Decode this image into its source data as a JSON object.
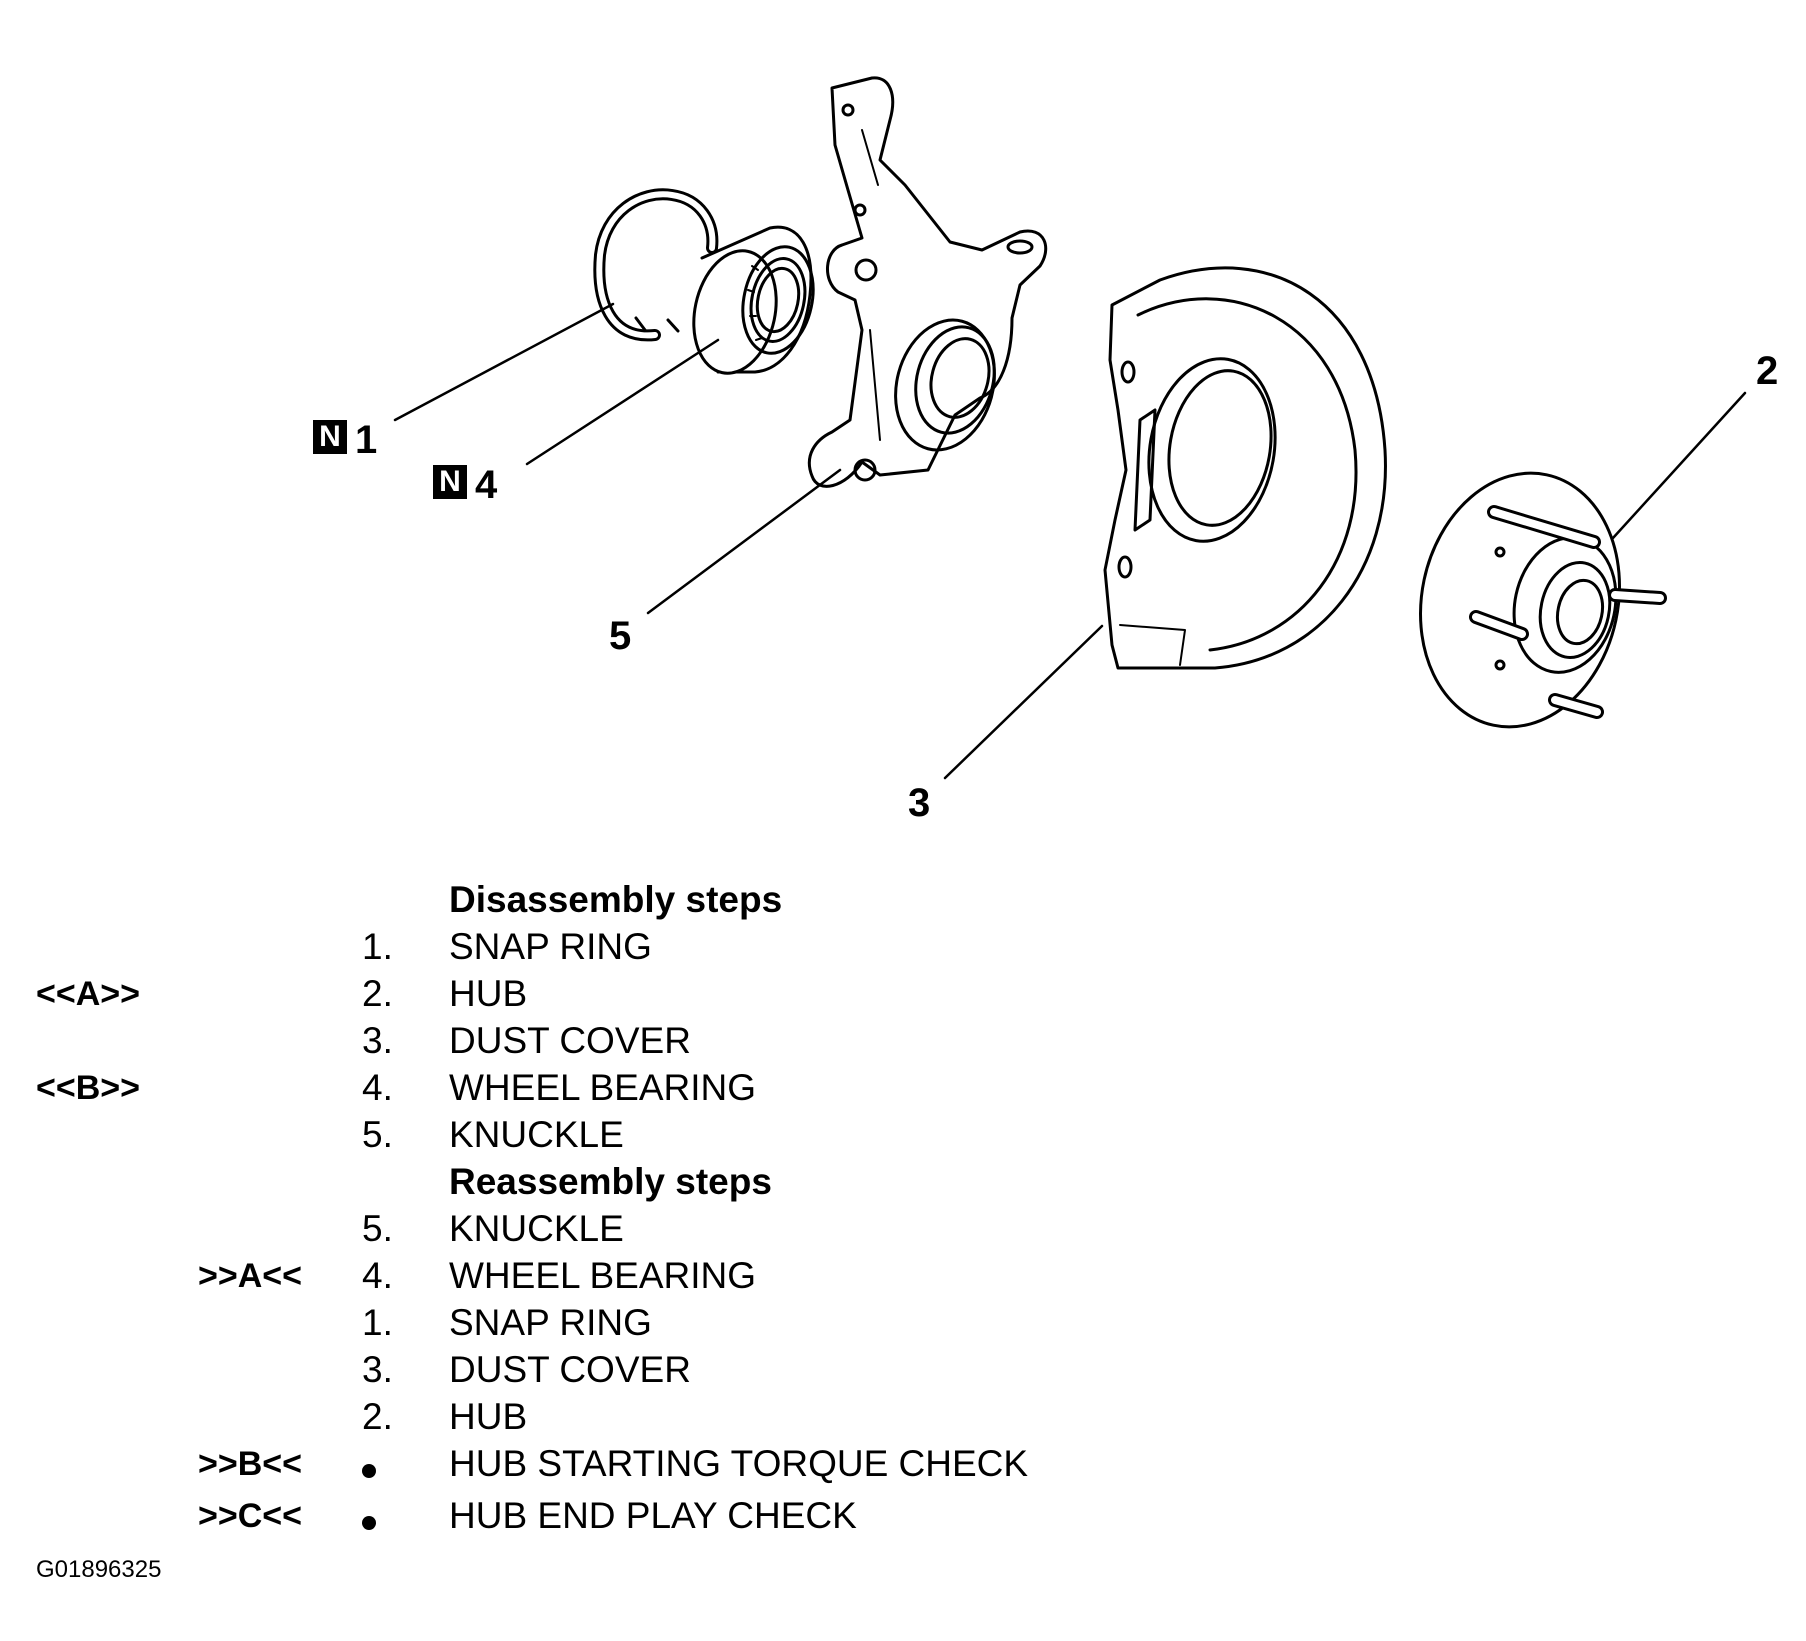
{
  "callouts": {
    "c1": "1",
    "c2": "2",
    "c3": "3",
    "c4": "4",
    "c5": "5",
    "n_badge": "N"
  },
  "disassembly": {
    "heading": "Disassembly steps",
    "steps": [
      {
        "ref": "",
        "num": "1.",
        "text": "SNAP RING"
      },
      {
        "ref": "<<A>>",
        "num": "2.",
        "text": "HUB"
      },
      {
        "ref": "",
        "num": "3.",
        "text": "DUST COVER"
      },
      {
        "ref": "<<B>>",
        "num": "4.",
        "text": "WHEEL BEARING"
      },
      {
        "ref": "",
        "num": "5.",
        "text": "KNUCKLE"
      }
    ]
  },
  "reassembly": {
    "heading": "Reassembly steps",
    "steps": [
      {
        "ref": "",
        "num": "5.",
        "text": "KNUCKLE"
      },
      {
        "ref": ">>A<<",
        "num": "4.",
        "text": "WHEEL BEARING"
      },
      {
        "ref": "",
        "num": "1.",
        "text": "SNAP RING"
      },
      {
        "ref": "",
        "num": "3.",
        "text": "DUST COVER"
      },
      {
        "ref": "",
        "num": "2.",
        "text": "HUB"
      },
      {
        "ref": ">>B<<",
        "num": "",
        "text": "HUB STARTING TORQUE CHECK"
      },
      {
        "ref": ">>C<<",
        "num": "",
        "text": "HUB END PLAY CHECK"
      }
    ]
  },
  "figure_id": "G01896325"
}
